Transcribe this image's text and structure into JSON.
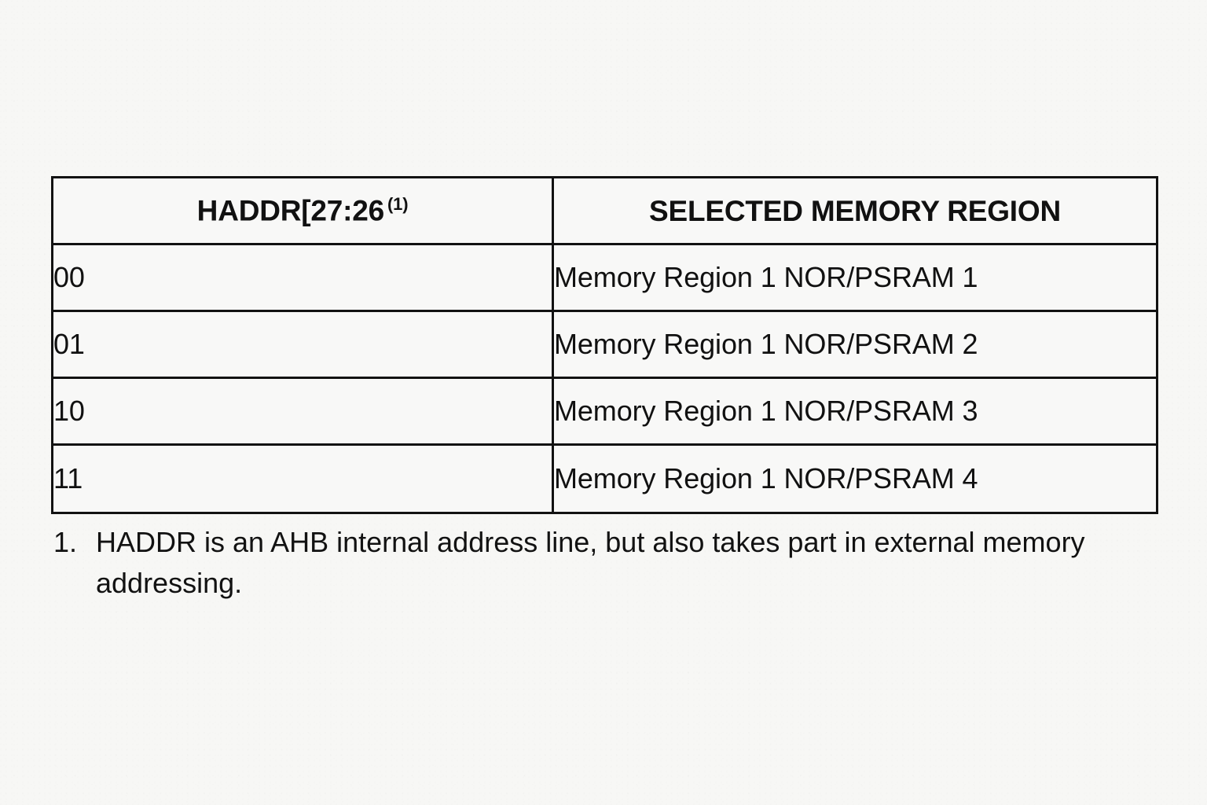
{
  "page": {
    "background_color": "#f7f7f5",
    "text_color": "#121212",
    "border_color": "#121212"
  },
  "table": {
    "headers": [
      {
        "text": "HADDR[27:26",
        "superscript": "(1)"
      },
      {
        "text": "SELECTED MEMORY REGION",
        "superscript": ""
      }
    ],
    "rows": [
      {
        "code": "00",
        "region": "Memory Region 1 NOR/PSRAM 1"
      },
      {
        "code": "01",
        "region": "Memory Region 1 NOR/PSRAM 2"
      },
      {
        "code": "10",
        "region": "Memory Region 1 NOR/PSRAM 3"
      },
      {
        "code": "11",
        "region": "Memory Region 1 NOR/PSRAM 4"
      }
    ]
  },
  "footnotes": [
    {
      "marker": "1.",
      "text": "HADDR is an AHB internal address line, but also takes part in external memory addressing."
    }
  ]
}
